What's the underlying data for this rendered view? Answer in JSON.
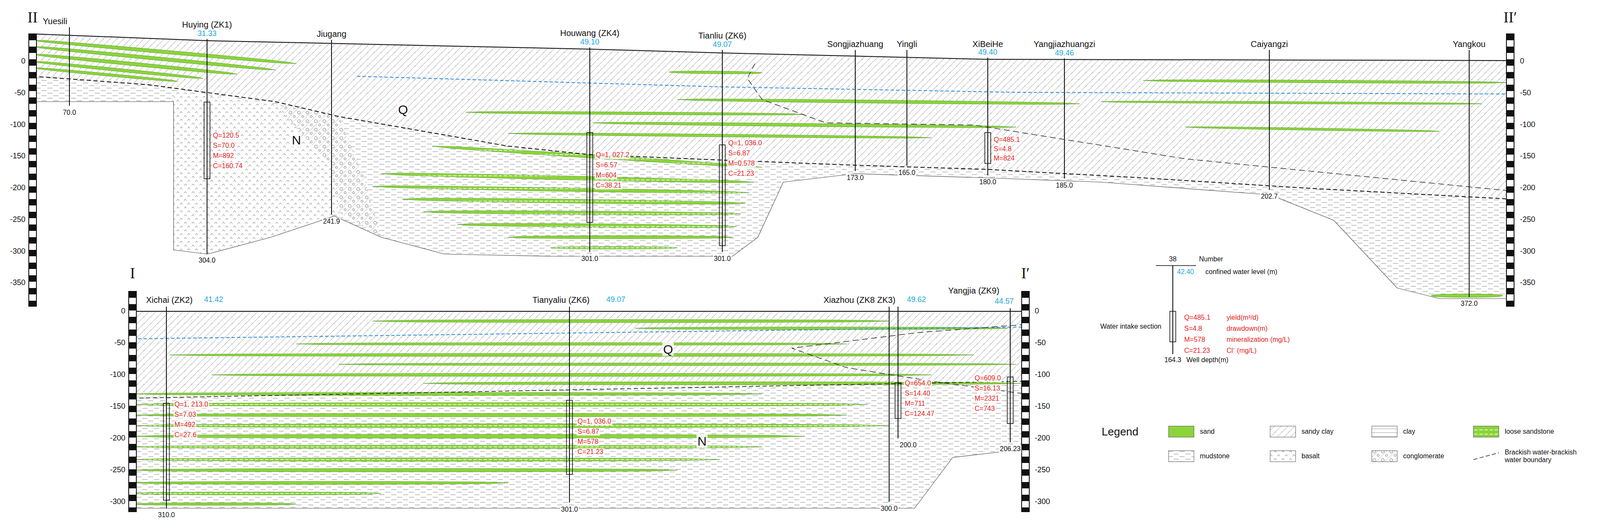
{
  "diagram": {
    "labels": [
      "II",
      "II′",
      "Yuesili",
      "Huying (ZK1)",
      "31.33",
      "Jiugang",
      "Houwang (ZK4)",
      "49.10",
      "Tianliu (ZK6)",
      "49.07",
      "Songjiazhuang",
      "Yingli",
      "XiBeiHe",
      "49.40",
      "Yangjiazhuangzi",
      "49.46",
      "Caiyangzi",
      "Yangkou",
      "70.0",
      "304.0",
      "241.9",
      "301.0",
      "301.0",
      "173.0",
      "165.0",
      "180.0",
      "185.0",
      "202.7",
      "372.0",
      "Q=120.5",
      "S=70.0",
      "M=892",
      "C=160.74",
      "Q=1, 027.2",
      "S=6.57",
      "M=604",
      "C=38.21",
      "Q=1, 036.0",
      "S=6.87",
      "M=0.578",
      "C=21.23",
      "Q=485.1",
      "S=4.8",
      "M=824",
      "0",
      "-50",
      "-100",
      "-150",
      "-200",
      "-250",
      "-300",
      "-350",
      "0",
      "-50",
      "-100",
      "-150",
      "-200",
      "-250",
      "-300",
      "-350",
      "Q",
      "N",
      "I",
      "I′",
      "Xichai (ZK2)",
      "41.42",
      "Tianyaliu (ZK6)",
      "49.07",
      "Xiazhou (ZK8 ZK3)",
      "49.62",
      "Yangjia (ZK9)",
      "44.57",
      "310.0",
      "301.0",
      "200.0",
      "300.0",
      "206.23",
      "Q=1, 213.0",
      "S=7.03",
      "M=492",
      "C=27.6",
      "Q=1, 036.0",
      "S=6.87",
      "M=578",
      "C=21.23",
      "Q=654.0",
      "S=14.40",
      "M=711",
      "C=124.47",
      "Q=609.0",
      "S=16.13",
      "M=2321",
      "C=743",
      "0",
      "-50",
      "-100",
      "-150",
      "-200",
      "-250",
      "-300",
      "0",
      "-50",
      "-100",
      "-150",
      "-200",
      "-250",
      "-300",
      "Q",
      "N",
      "38",
      "Number",
      "42.40",
      "confined water level (m)",
      "Water intake section",
      "Q=485.1",
      "yield(m³/d)",
      "S=4.8",
      "drawdown(m)",
      "M=578",
      "mineralization (mg/L)",
      "C=21.23",
      "Cl⁻ (mg/L)",
      "164.3",
      "Well depth(m)",
      "Legend"
    ],
    "legend": [
      {
        "text": "sand",
        "color": "#8cd43a"
      },
      {
        "text": "sandy clay"
      },
      {
        "text": "clay"
      },
      {
        "text": "loose sandstone"
      },
      {
        "text": "mudstone"
      },
      {
        "text": "basalt"
      },
      {
        "text": "conglomerate"
      },
      {
        "text": "Brackish water-brackish water boundary"
      }
    ]
  }
}
